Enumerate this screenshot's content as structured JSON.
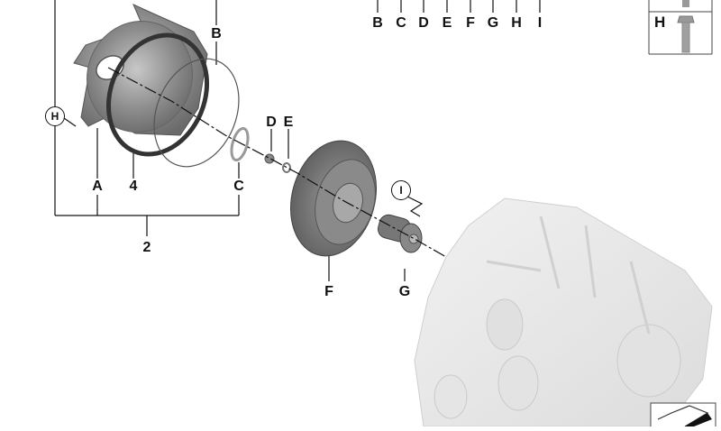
{
  "diagram": {
    "type": "exploded parts diagram",
    "subject": "Transmission input cover, seal rings and clutch/hub assembly",
    "top_callouts": [
      "B",
      "C",
      "D",
      "E",
      "F",
      "G",
      "H",
      "I"
    ],
    "part_labels": {
      "A": "A",
      "B": "B",
      "C": "C",
      "D": "D",
      "E": "E",
      "F": "F",
      "G": "G",
      "H_circle": "H",
      "I_circle": "I",
      "four": "4",
      "two": "2"
    },
    "legend_box": {
      "label": "H",
      "item": "bolt"
    },
    "corner_icon": "note-icon",
    "colors": {
      "line": "#111111",
      "part_dark": "#6e6e6e",
      "part_mid": "#9a9a9a",
      "housing": "#e6e6e6"
    }
  }
}
